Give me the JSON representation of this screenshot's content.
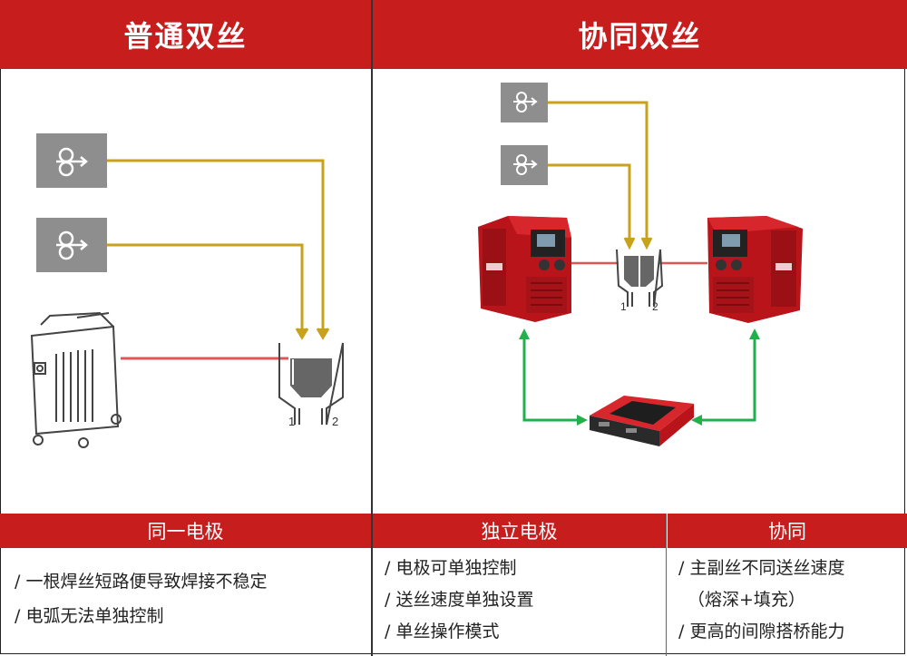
{
  "headers": {
    "left": "普通双丝",
    "right": "协同双丝"
  },
  "subheaders": {
    "left": "同一电极",
    "middle": "独立电极",
    "right": "协同"
  },
  "left_bullets": [
    "/ 一根焊丝短路便导致焊接不稳定",
    "/ 电弧无法单独控制"
  ],
  "middle_bullets": [
    "/ 电极可单独控制",
    "/ 送丝速度单独设置",
    "/ 单丝操作模式"
  ],
  "right_bullets": [
    "/ 主副丝不同送丝速度",
    "（熔深+填充）",
    "/ 更高的间隙搭桥能力"
  ],
  "torch_labels": {
    "left": [
      "1",
      "2"
    ],
    "right": [
      "1",
      "2"
    ]
  },
  "colors": {
    "header_red": "#c71d1d",
    "wire_gold": "#c9a21c",
    "arc_red": "#e05555",
    "control_green": "#22b04b",
    "feeder_gray": "#8e8e8e"
  },
  "icons": [
    "wire-feeder-icon",
    "power-source-icon",
    "welding-machine-icon",
    "control-unit-icon",
    "torch-icon"
  ]
}
